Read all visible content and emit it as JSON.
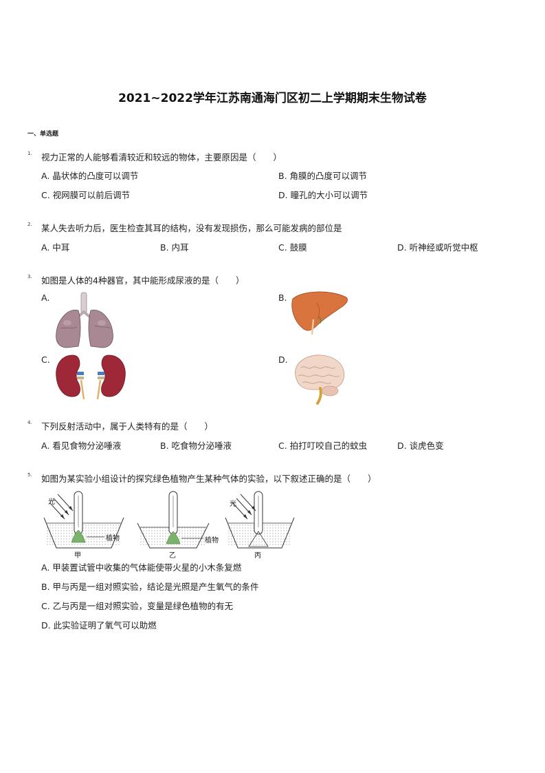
{
  "title": "2021~2022学年江苏南通海门区初二上学期期末生物试卷",
  "section": "一、单选题",
  "questions": [
    {
      "num": "1.",
      "text": "视力正常的人能够看清较近和较远的物体，主要原因是（　　）",
      "options": [
        "A. 晶状体的凸度可以调节",
        "B. 角膜的凸度可以调节",
        "C. 视网膜可以前后调节",
        "D. 瞳孔的大小可以调节"
      ]
    },
    {
      "num": "2.",
      "text": "某人失去听力后，医生检查其耳的结构，没有发现损伤，那么可能发病的部位是",
      "options": [
        "A. 中耳",
        "B. 内耳",
        "C. 鼓膜",
        "D. 听神经或听觉中枢"
      ]
    },
    {
      "num": "3.",
      "text": "如图是人体的4种器官，其中能形成尿液的是（　　）",
      "options": [
        "A.",
        "B.",
        "C.",
        "D."
      ],
      "images": [
        "lungs",
        "liver",
        "kidneys",
        "brain"
      ]
    },
    {
      "num": "4.",
      "text": "下列反射活动中，属于人类特有的是（　　）",
      "options": [
        "A. 看见食物分泌唾液",
        "B. 吃食物分泌唾液",
        "C. 拍打叮咬自己的蚊虫",
        "D. 谈虎色变"
      ]
    },
    {
      "num": "5.",
      "text": "如图为某实验小组设计的探究绿色植物产生某种气体的实验，以下叙述正确的是（　　）",
      "figure_labels": {
        "light": "光",
        "plant": "植物",
        "jia": "甲",
        "yi": "乙",
        "bing": "丙"
      },
      "options": [
        "A. 甲装置试管中收集的气体能使带火星的小木条复燃",
        "B. 甲与丙是一组对照实验，结论是光照是产生氧气的条件",
        "C. 乙与丙是一组对照实验，变量是绿色植物的有无",
        "D. 此实验证明了氧气可以助燃"
      ]
    }
  ]
}
